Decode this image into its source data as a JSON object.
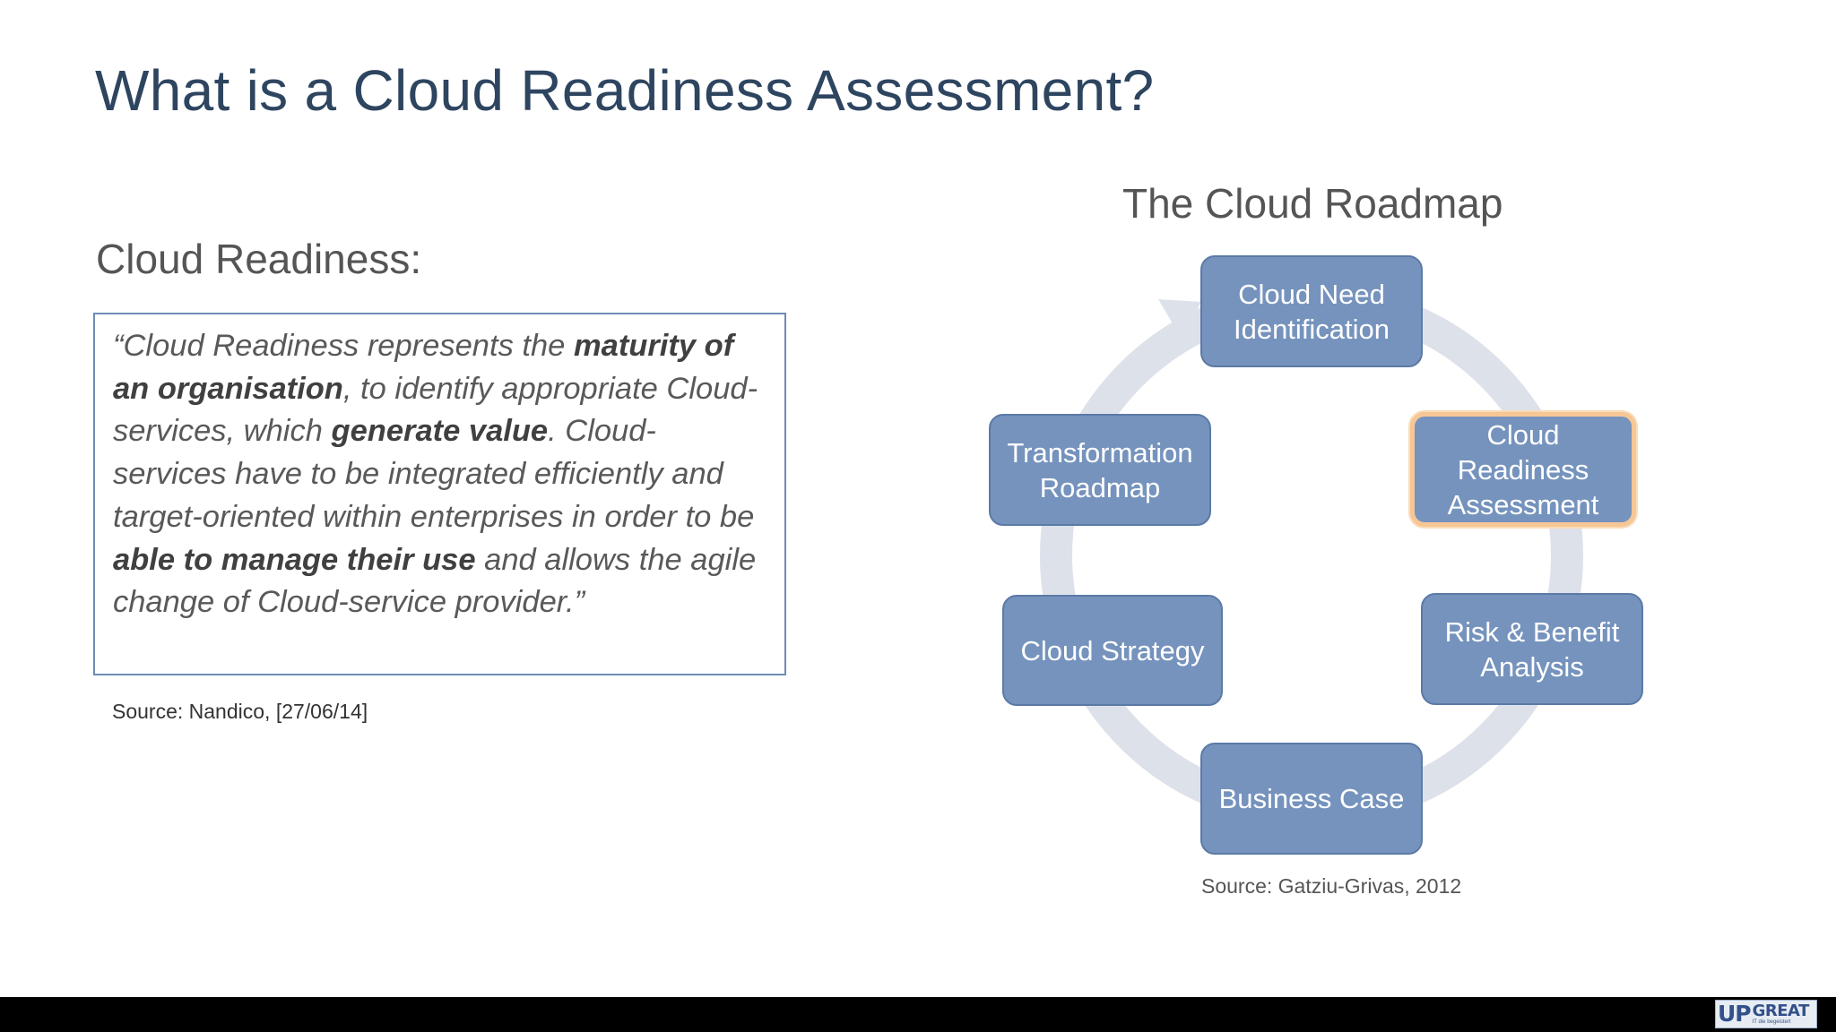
{
  "slide": {
    "title": "What is a Cloud Readiness Assessment?",
    "subtitle": "Cloud Readiness:",
    "quote": [
      {
        "t": "“Cloud Readiness represents the ",
        "b": false
      },
      {
        "t": "maturity of an organisation",
        "b": true
      },
      {
        "t": ", to identify appropriate Cloud-services, which ",
        "b": false
      },
      {
        "t": "generate value",
        "b": true
      },
      {
        "t": ". Cloud-services have to be integrated efficiently and target-oriented within enterprises in order to be ",
        "b": false
      },
      {
        "t": "able to manage their use",
        "b": true
      },
      {
        "t": " and allows the agile change of Cloud-service provider.”",
        "b": false
      }
    ],
    "source_left": "Source: Nandico, [27/06/14]"
  },
  "diagram": {
    "title": "The Cloud Roadmap",
    "nodes": [
      {
        "label": "Cloud Need Identification",
        "highlighted": false
      },
      {
        "label": "Cloud Readiness Assessment",
        "highlighted": true
      },
      {
        "label": "Risk & Benefit Analysis",
        "highlighted": false
      },
      {
        "label": "Business Case",
        "highlighted": false
      },
      {
        "label": "Cloud Strategy",
        "highlighted": false
      },
      {
        "label": "Transformation Roadmap",
        "highlighted": false
      }
    ],
    "source": "Source: Gatziu-Grivas, 2012",
    "colors": {
      "node_fill": "#7593bd",
      "highlight_border": "#f6c795",
      "cycle_arrow": "#dde1ea"
    }
  },
  "footer": {
    "logo_main": "UP",
    "logo_second": "GREAT",
    "logo_tagline": "IT die begeistert"
  }
}
